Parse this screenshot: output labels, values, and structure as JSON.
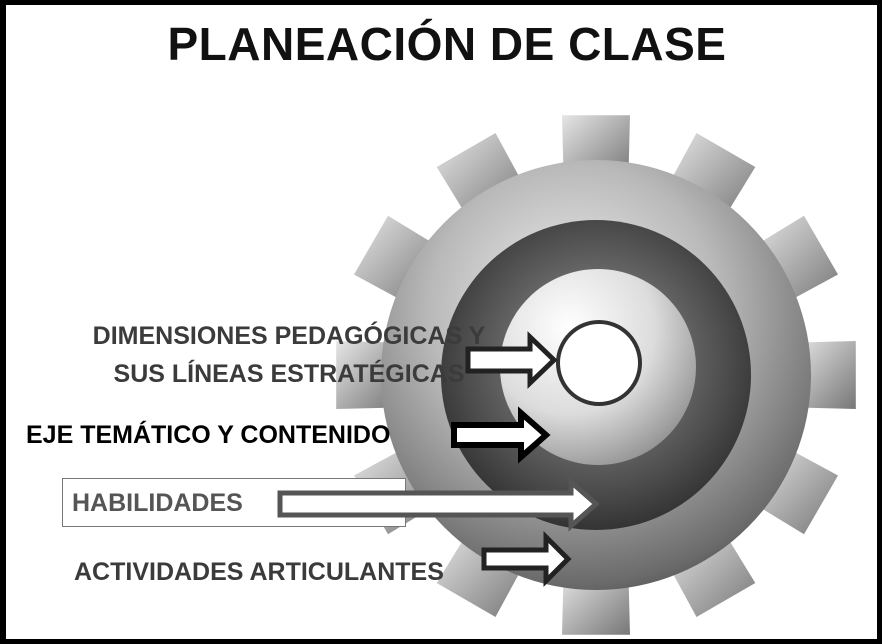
{
  "title": "PLANEACIÓN DE CLASE",
  "items": {
    "dimensiones_line1": "DIMENSIONES PEDAGÓGICAS Y",
    "dimensiones_line2": "SUS LÍNEAS ESTRATÉGICAS",
    "eje": "EJE TEMÁTICO Y CONTENIDO",
    "habilidades": "HABILIDADES",
    "actividades": "ACTIVIDADES ARTICULANTES"
  },
  "icons": {
    "gear": "gear-icon",
    "arrow": "right-arrow-icon"
  },
  "colors": {
    "border": "#000000",
    "text_dark": "#111111",
    "text_gray": "#3b3b3b",
    "gear_light": "#d8d8d8",
    "gear_dark": "#4a4a4a"
  }
}
